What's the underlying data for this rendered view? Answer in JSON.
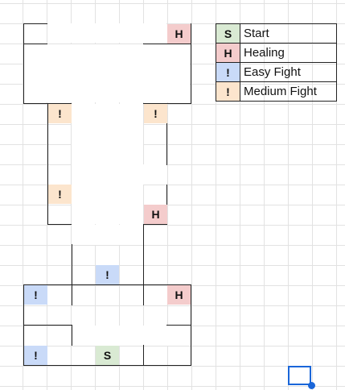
{
  "colors": {
    "start": "#d9ead3",
    "healing": "#f4cccc",
    "easy_fight": "#c9daf8",
    "medium_fight": "#fce5cd",
    "wall": "#222222",
    "gridline": "#e2e2e2",
    "selection": "#1a66d9"
  },
  "legend": [
    {
      "symbol": "S",
      "label": "Start",
      "type": "start"
    },
    {
      "symbol": "H",
      "label": "Healing",
      "type": "healing"
    },
    {
      "symbol": "!",
      "label": "Easy Fight",
      "type": "easy_fight"
    },
    {
      "symbol": "!",
      "label": "Medium Fight",
      "type": "medium_fight"
    }
  ],
  "map_cells": [
    {
      "symbol": "H",
      "type": "healing"
    },
    {
      "symbol": "!",
      "type": "medium_fight"
    },
    {
      "symbol": "!",
      "type": "medium_fight"
    },
    {
      "symbol": "!",
      "type": "medium_fight"
    },
    {
      "symbol": "H",
      "type": "healing"
    },
    {
      "symbol": "!",
      "type": "easy_fight"
    },
    {
      "symbol": "!",
      "type": "easy_fight"
    },
    {
      "symbol": "H",
      "type": "healing"
    },
    {
      "symbol": "!",
      "type": "easy_fight"
    },
    {
      "symbol": "S",
      "type": "start"
    }
  ]
}
